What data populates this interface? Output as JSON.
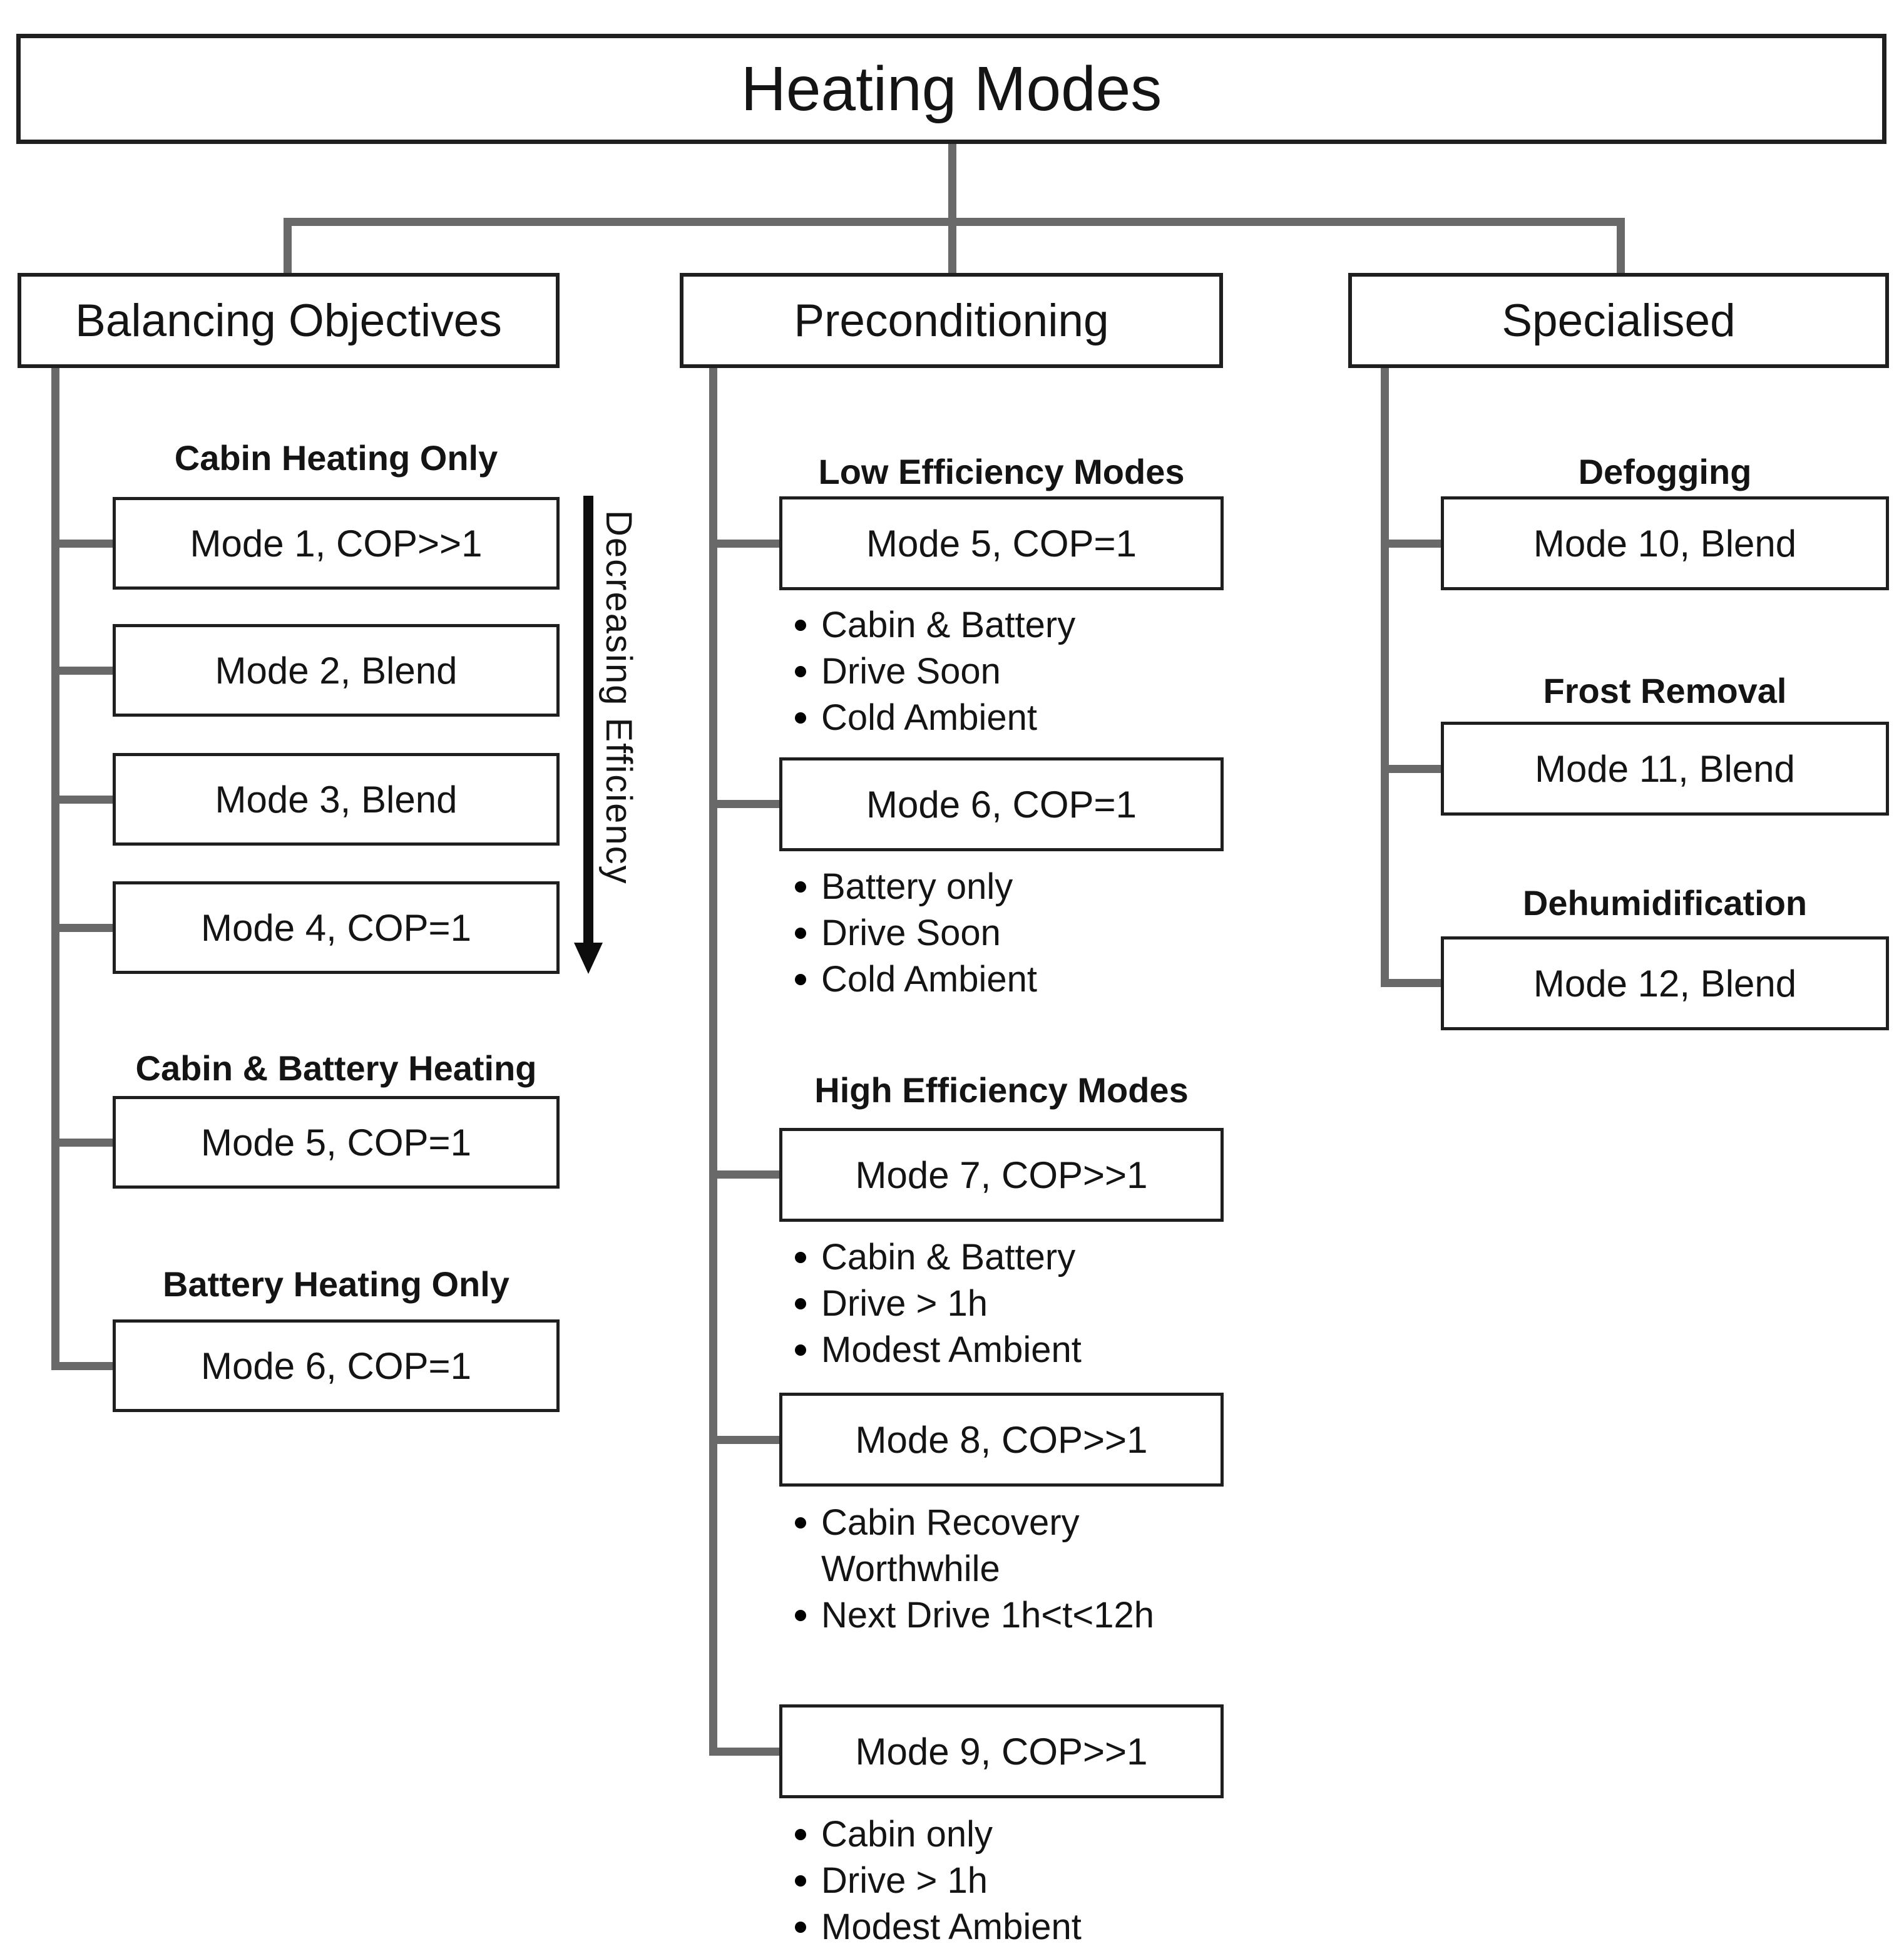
{
  "title": "Heating Modes",
  "arrow_label": "Decreasing Efficiency",
  "colors": {
    "connector_gray": "#696969",
    "box_border": "#1f1f1f",
    "arrow_black": "#0d0d0d",
    "text": "#141414",
    "background": "#ffffff"
  },
  "columns": [
    {
      "header": "Balancing Objectives",
      "sections": [
        {
          "label": "Cabin Heating Only",
          "boxes": [
            {
              "text": "Mode 1, COP>>1",
              "bullets": []
            },
            {
              "text": "Mode 2, Blend",
              "bullets": []
            },
            {
              "text": "Mode 3, Blend",
              "bullets": []
            },
            {
              "text": "Mode 4, COP=1",
              "bullets": []
            }
          ]
        },
        {
          "label": "Cabin & Battery Heating",
          "boxes": [
            {
              "text": "Mode 5, COP=1",
              "bullets": []
            }
          ]
        },
        {
          "label": "Battery Heating Only",
          "boxes": [
            {
              "text": "Mode 6, COP=1",
              "bullets": []
            }
          ]
        }
      ]
    },
    {
      "header": "Preconditioning",
      "sections": [
        {
          "label": "Low Efficiency Modes",
          "boxes": [
            {
              "text": "Mode 5, COP=1",
              "bullets": [
                "Cabin & Battery",
                "Drive Soon",
                "Cold Ambient"
              ]
            },
            {
              "text": "Mode 6, COP=1",
              "bullets": [
                "Battery only",
                "Drive Soon",
                "Cold Ambient"
              ]
            }
          ]
        },
        {
          "label": "High Efficiency Modes",
          "boxes": [
            {
              "text": "Mode 7, COP>>1",
              "bullets": [
                "Cabin & Battery",
                "Drive > 1h",
                "Modest Ambient"
              ]
            },
            {
              "text": "Mode 8, COP>>1",
              "bullets": [
                "Cabin Recovery Worthwhile",
                "Next Drive 1h<t<12h"
              ]
            },
            {
              "text": "Mode 9, COP>>1",
              "bullets": [
                "Cabin only",
                "Drive > 1h",
                "Modest Ambient"
              ]
            }
          ]
        }
      ]
    },
    {
      "header": "Specialised",
      "sections": [
        {
          "label": "Defogging",
          "boxes": [
            {
              "text": "Mode 10, Blend",
              "bullets": []
            }
          ]
        },
        {
          "label": "Frost Removal",
          "boxes": [
            {
              "text": "Mode 11, Blend",
              "bullets": []
            }
          ]
        },
        {
          "label": "Dehumidification",
          "boxes": [
            {
              "text": "Mode 12, Blend",
              "bullets": []
            }
          ]
        }
      ]
    }
  ]
}
